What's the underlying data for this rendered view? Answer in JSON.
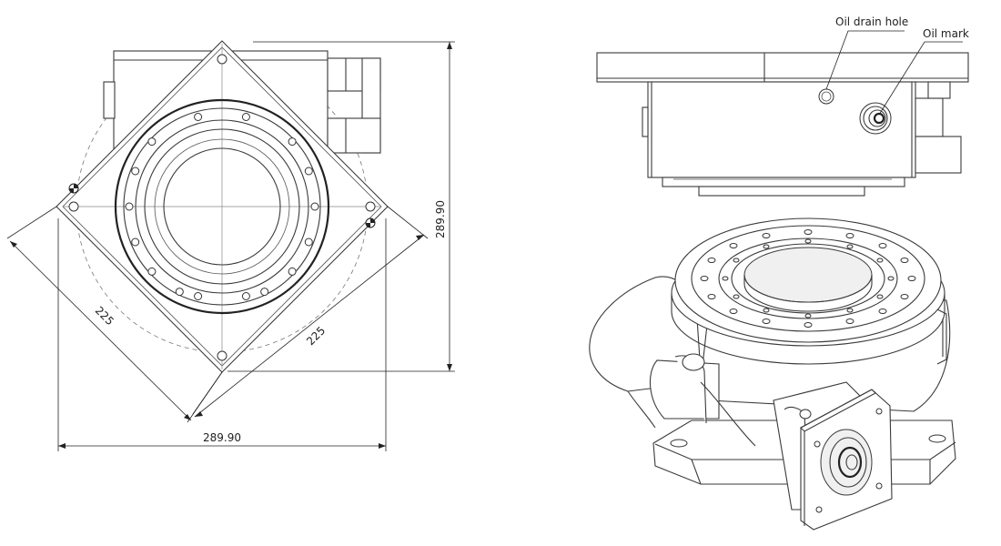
{
  "dimensions": {
    "width_bottom": "289.90",
    "height_right": "289.90",
    "diag_left": "225",
    "diag_right": "225"
  },
  "callouts": {
    "oil_drain_hole": "Oil drain hole",
    "oil_mark": "Oil mark"
  }
}
